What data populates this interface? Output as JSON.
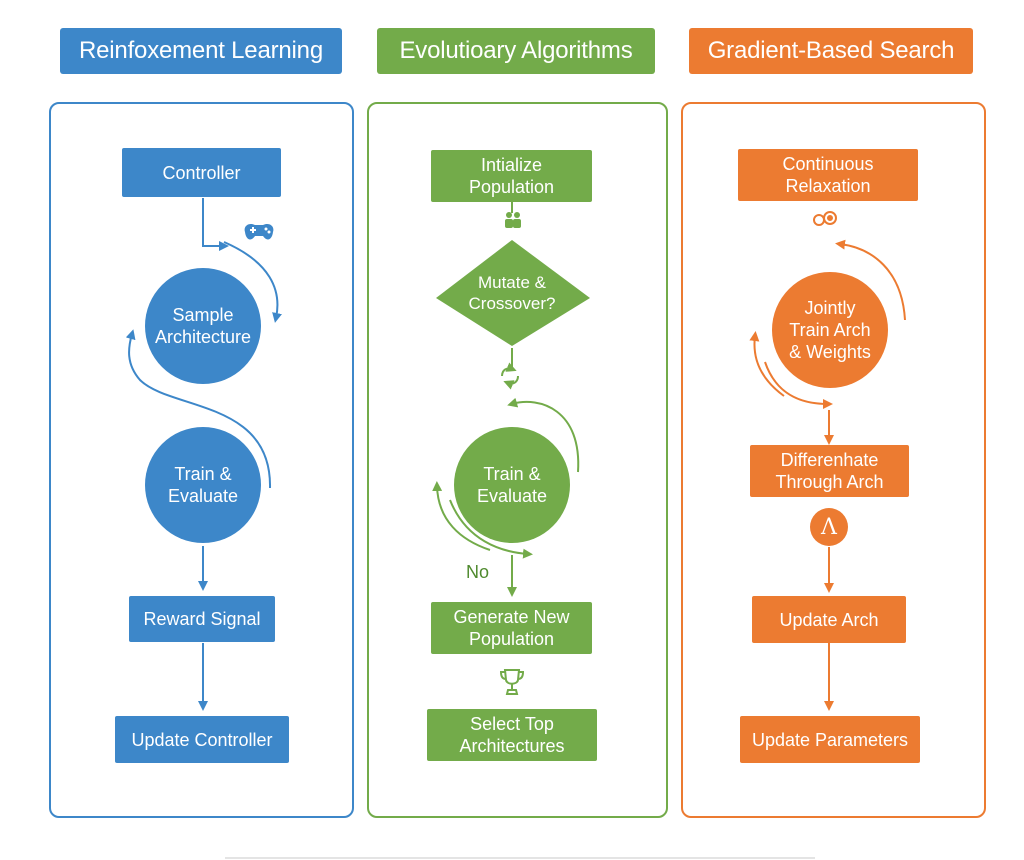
{
  "colors": {
    "rl": "#3d87c9",
    "evo": "#73ab4a",
    "grad": "#ec7b31"
  },
  "columns": {
    "rl": {
      "header": "Reinfoxement Learning",
      "controller": "Controller",
      "sample": "Sample\nArchitecture",
      "train": "Train &\nEvaluate",
      "reward": "Reward Signal",
      "update": "Update Controller"
    },
    "evo": {
      "header": "Evolutioary Algorithms",
      "init": "Intialize\nPopulation",
      "decision": "Mutate &\nCrossover?",
      "train": "Train &\nEvaluate",
      "no_label": "No",
      "generate": "Generate New\nPopulation",
      "select": "Select Top\nArchitectures"
    },
    "grad": {
      "header": "Gradient-Based Search",
      "relax": "Continuous\nRelaxation",
      "joint": "Jointly\nTrain Arch\n& Weights",
      "diff": "Differenhate\nThrough Arch",
      "lambda": "Λ",
      "update_arch": "Update Arch",
      "update_params": "Update Parameters"
    }
  }
}
